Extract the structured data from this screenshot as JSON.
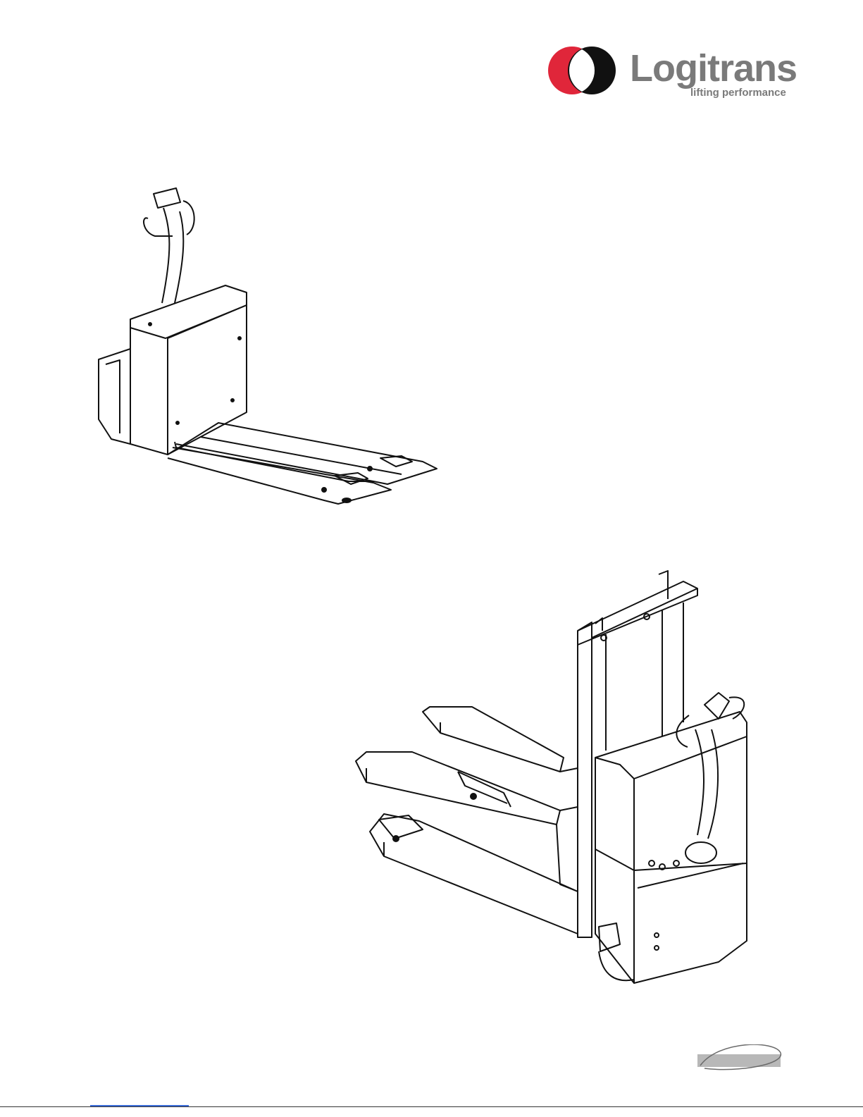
{
  "brand": {
    "name": "Logitrans",
    "tagline": "lifting performance",
    "colors": {
      "red": "#e0263a",
      "black": "#111111",
      "grey": "#7a7a7a"
    }
  },
  "illustrations": [
    {
      "id": "pallet-truck",
      "icon": "electric-pallet-truck-icon"
    },
    {
      "id": "stacker",
      "icon": "electric-stacker-icon"
    }
  ]
}
